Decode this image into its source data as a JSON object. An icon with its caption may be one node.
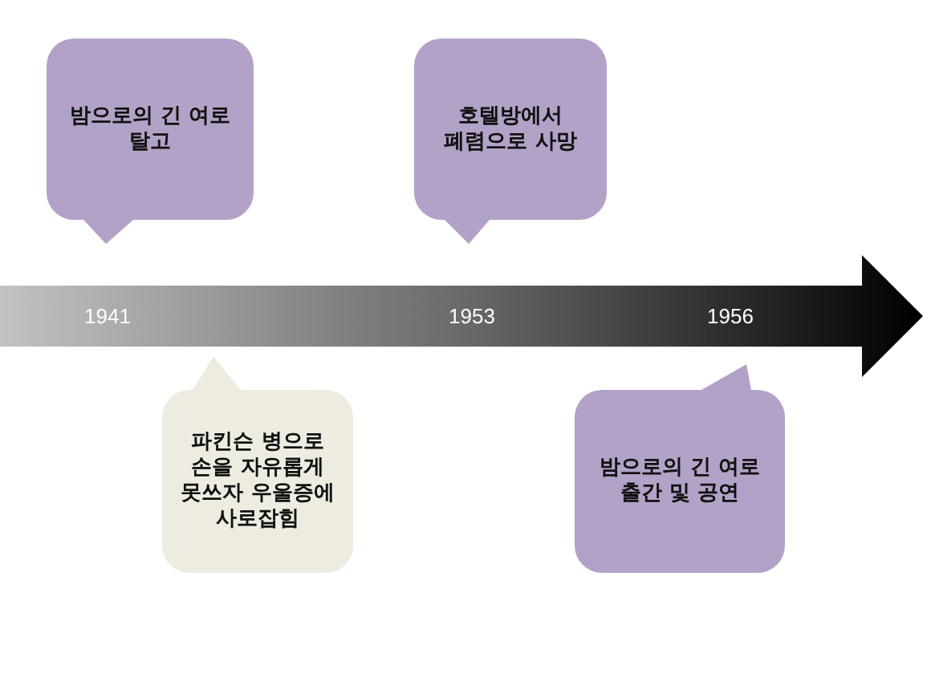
{
  "diagram": {
    "nodes": [
      {
        "text": [
          "밤으로의 긴 여로 탈고"
        ]
      },
      {
        "text": [
          "호텔방에서 폐렴으로 사망"
        ]
      },
      {
        "text": [
          "1941",
          "1953",
          "1956"
        ]
      },
      {
        "text": [
          "파킨슨 병으로 손을 자유롭게 못쓰자 우울증에 사로잡힘"
        ]
      },
      {
        "text": [
          "밤으로의 긴 여로 출간 및 공연"
        ]
      }
    ]
  }
}
